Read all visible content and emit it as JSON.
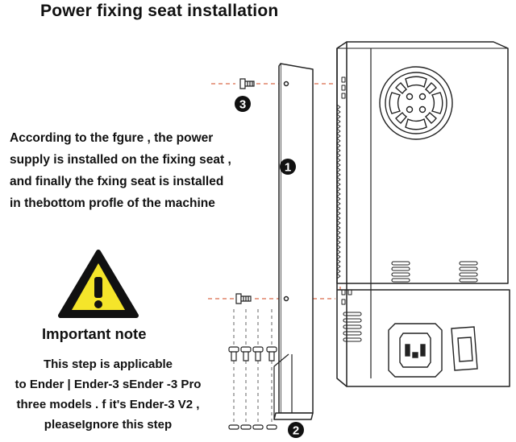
{
  "title": "Power fixing seat installation",
  "description": [
    "According to the fgure , the power",
    "supply is installed on the fixing seat ,",
    "and finally the fxing seat is installed",
    "in thebottom profle of the machine"
  ],
  "important_note": {
    "heading": "Important note",
    "lines": [
      "This step is applicable",
      "to Ender | Ender-3 sEnder -3 Pro",
      "three models . f it's Ender-3 V2 ,",
      "pleaseIgnore this step"
    ]
  },
  "callouts": [
    "1",
    "2",
    "3"
  ],
  "icons": [
    "warning-icon",
    "screw-icon",
    "fan-grille-icon",
    "power-socket-icon",
    "rocker-switch-icon"
  ],
  "colors": {
    "warning_yellow": "#f5e52a",
    "dashed_line": "#d96a4a",
    "outline": "#222222"
  }
}
